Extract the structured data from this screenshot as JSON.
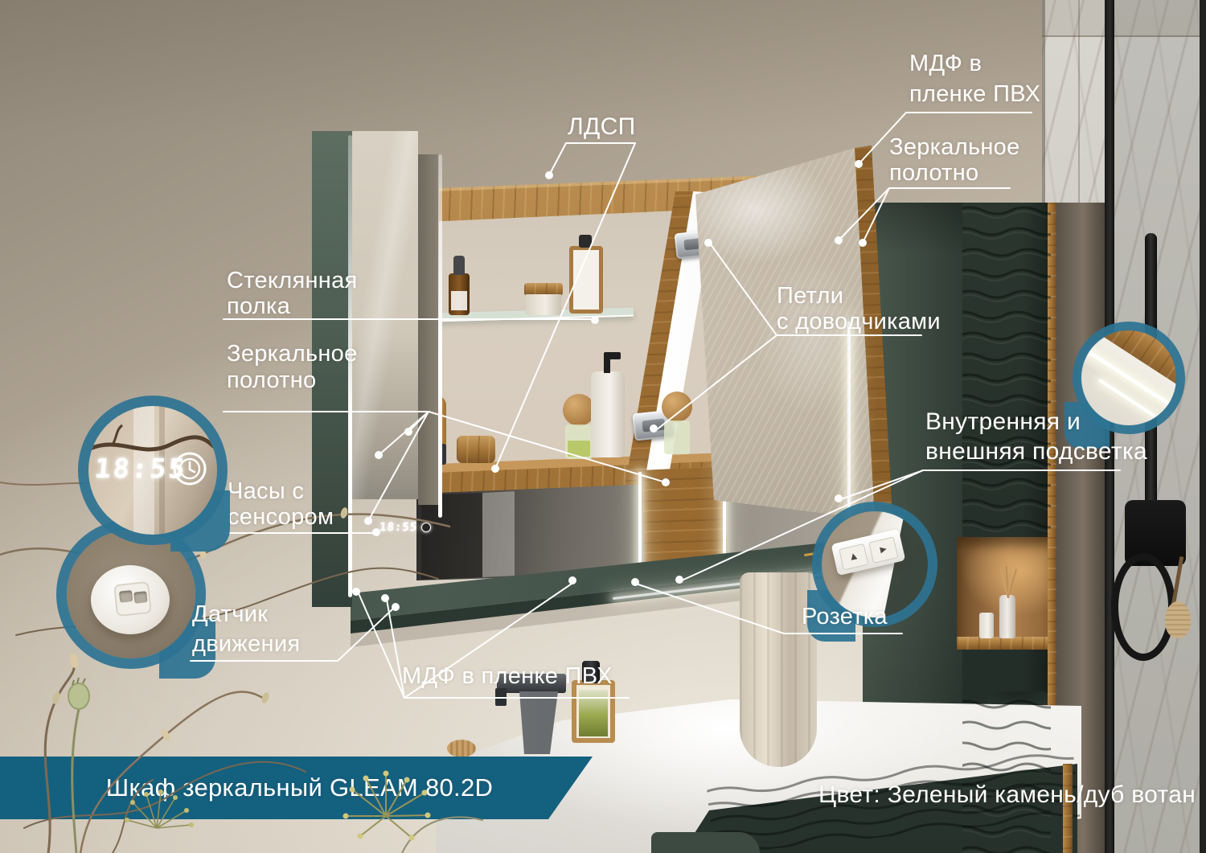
{
  "product": {
    "banner_title": "Шкаф зеркальный GLEAM 80.2D",
    "color_caption": "Цвет: Зеленый камень/дуб вотан"
  },
  "clock": {
    "time": "18:55"
  },
  "annotations": {
    "mdf_top": "МДФ в\nпленке ПВХ",
    "mirror_canvas_top": "Зеркальное\nполотно",
    "ldsp": "ЛДСП",
    "glass_shelf": "Стеклянная\nполка",
    "mirror_canvas_left": "Зеркальное\nполотно",
    "clock_sensor": "Часы с\nсенсором",
    "motion_sensor": "Датчик\nдвижения",
    "hinges": "Петли\nс доводчиками",
    "lighting": "Внутренняя и\nвнешняя подсветка",
    "socket": "Розетка",
    "mdf_bottom": "МДФ в пленке ПВХ"
  },
  "colors": {
    "banner_teal": "#14607F",
    "callout_ring_teal": "#2D7392",
    "cabinet_green": "#2E3A33",
    "oak_wotan": "#A97C46",
    "label_white": "#FFFFFF"
  }
}
